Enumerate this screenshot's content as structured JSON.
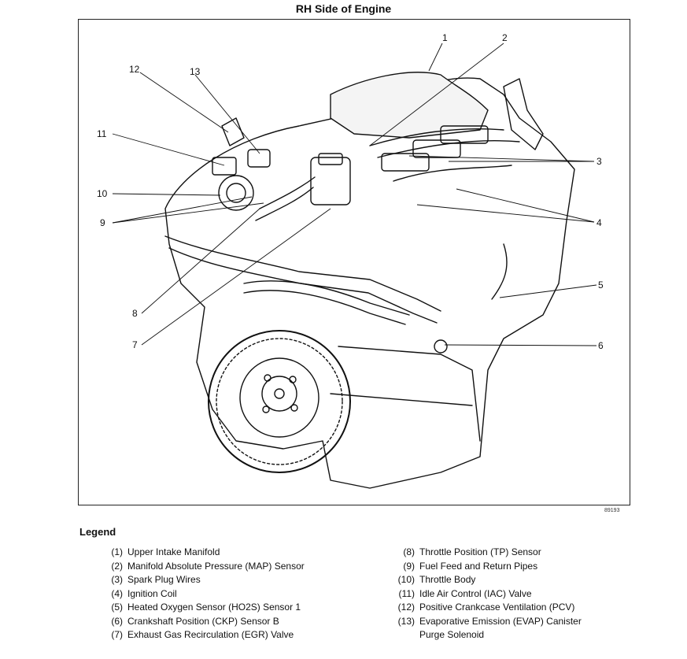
{
  "title": "RH Side of Engine",
  "figure_id": "89193",
  "callouts": [
    "1",
    "2",
    "3",
    "3",
    "4",
    "4",
    "5",
    "6",
    "7",
    "8",
    "9",
    "9",
    "10",
    "11",
    "12",
    "13"
  ],
  "legend": {
    "heading": "Legend",
    "left": [
      {
        "num": "(1)",
        "text": "Upper Intake Manifold"
      },
      {
        "num": "(2)",
        "text": "Manifold Absolute Pressure (MAP) Sensor"
      },
      {
        "num": "(3)",
        "text": "Spark Plug Wires"
      },
      {
        "num": "(4)",
        "text": "Ignition Coil"
      },
      {
        "num": "(5)",
        "text": "Heated Oxygen Sensor (HO2S) Sensor 1"
      },
      {
        "num": "(6)",
        "text": "Crankshaft Position (CKP) Sensor B"
      },
      {
        "num": "(7)",
        "text": "Exhaust Gas Recirculation (EGR) Valve"
      }
    ],
    "right": [
      {
        "num": "(8)",
        "text": "Throttle Position (TP) Sensor"
      },
      {
        "num": "(9)",
        "text": "Fuel Feed and Return Pipes"
      },
      {
        "num": "(10)",
        "text": "Throttle Body"
      },
      {
        "num": "(11)",
        "text": "Idle Air Control (IAC) Valve"
      },
      {
        "num": "(12)",
        "text": "Positive Crankcase Ventilation (PCV)"
      },
      {
        "num": "(13)",
        "text": "Evaporative Emission (EVAP) Canister\nPurge Solenoid"
      }
    ]
  }
}
